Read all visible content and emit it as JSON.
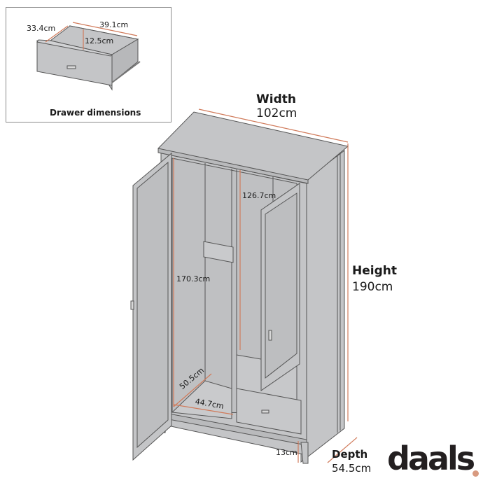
{
  "inset": {
    "caption": "Drawer dimensions",
    "depth": "33.4cm",
    "width": "39.1cm",
    "height": "12.5cm"
  },
  "main": {
    "width_label": "Width",
    "width_value": "102cm",
    "height_label": "Height",
    "height_value": "190cm",
    "depth_label": "Depth",
    "depth_value": "54.5cm",
    "interior_left_height": "170.3cm",
    "interior_right_height": "126.7cm",
    "interior_depth": "50.5cm",
    "interior_width": "44.7cm",
    "leg_height": "13cm"
  },
  "brand": {
    "logo_text": "daals",
    "dot_color": "#d89a80"
  },
  "colors": {
    "furniture_fill": "#c4c5c7",
    "outline": "#555555",
    "dimension_line": "#d07a5a"
  }
}
